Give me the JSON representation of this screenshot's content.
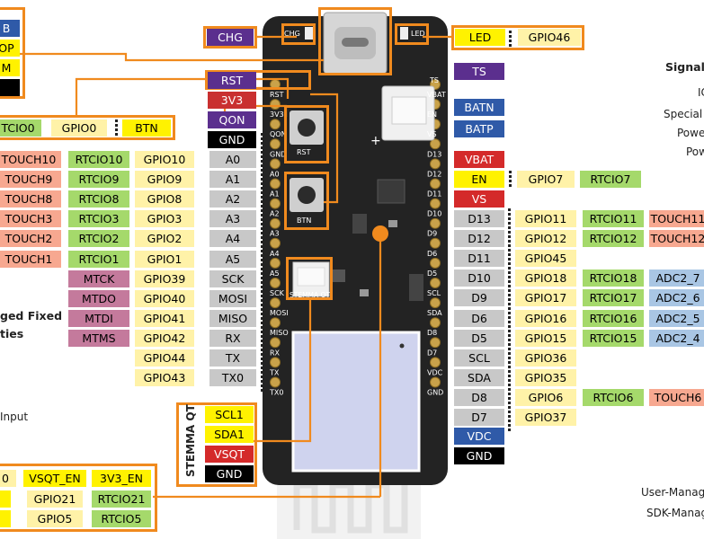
{
  "colors": {
    "gpio": "#fff2a8",
    "rtc": "#a5d96b",
    "touch": "#f7a890",
    "adc": "#a9c6e4",
    "jtag": "#c47a9c",
    "gnd": "#000000",
    "power": "#d42a2a",
    "pwr3v3": "#c93030",
    "blue": "#2f5aa8",
    "purple": "#5b2f8e",
    "yellow": "#fff200",
    "gray": "#c8c8c8",
    "orange": "#f08a1e",
    "pcb": "#232323"
  },
  "board": {
    "silk": {
      "chg": "CHG",
      "led": "LED",
      "ts": "TS",
      "rst": "RST",
      "btn": "BTN",
      "stemma": "STEMMA QT",
      "left_pins": [
        "RST",
        "3V3",
        "QON",
        "GND",
        "A0",
        "A1",
        "A2",
        "A3",
        "A4",
        "A5",
        "SCK",
        "MOSI",
        "MISO",
        "RX",
        "TX",
        "TX0"
      ],
      "right_pins": [
        "VBAT",
        "EN",
        "VS",
        "D13",
        "D12",
        "D11",
        "D10",
        "D9",
        "D6",
        "D5",
        "SCL",
        "SDA",
        "D8",
        "D7",
        "VDC",
        "GND"
      ]
    }
  },
  "top": {
    "chg": "CHG",
    "led": "LED",
    "led_gpio": "GPIO46",
    "ts": "TS",
    "rst": "RST",
    "v33": "3V3",
    "qon": "QON",
    "gnd": "GND",
    "batn": "BATN",
    "batp": "BATP"
  },
  "cut_left": {
    "b": "B",
    "op": "OP",
    "m": "M"
  },
  "btn_row": {
    "rtc": "TCIO0",
    "gpio": "GPIO0",
    "btn": "BTN"
  },
  "left_rows": [
    {
      "touch": "TOUCH10",
      "rtc": "RTCIO10",
      "gpio": "GPIO10",
      "pin": "A0"
    },
    {
      "touch": "TOUCH9",
      "rtc": "RTCIO9",
      "gpio": "GPIO9",
      "pin": "A1"
    },
    {
      "touch": "TOUCH8",
      "rtc": "RTCIO8",
      "gpio": "GPIO8",
      "pin": "A2"
    },
    {
      "touch": "TOUCH3",
      "rtc": "RTCIO3",
      "gpio": "GPIO3",
      "pin": "A3"
    },
    {
      "touch": "TOUCH2",
      "rtc": "RTCIO2",
      "gpio": "GPIO2",
      "pin": "A4"
    },
    {
      "touch": "TOUCH1",
      "rtc": "RTCIO1",
      "gpio": "GPIO1",
      "pin": "A5"
    }
  ],
  "spi_rows": [
    {
      "jtag": "MTCK",
      "gpio": "GPIO39",
      "pin": "SCK"
    },
    {
      "jtag": "MTDO",
      "gpio": "GPIO40",
      "pin": "MOSI"
    },
    {
      "jtag": "MTDI",
      "gpio": "GPIO41",
      "pin": "MISO"
    },
    {
      "jtag": "MTMS",
      "gpio": "GPIO42",
      "pin": "RX"
    }
  ],
  "uart_rows": [
    {
      "gpio": "GPIO44",
      "pin": "TX"
    },
    {
      "gpio": "GPIO43",
      "pin": "TX0"
    }
  ],
  "left_text": {
    "fixed1": "ged Fixed",
    "fixed2": "ties",
    "input": "Input"
  },
  "stemma": {
    "title": "STEMMA QT",
    "scl": "SCL1",
    "sda": "SDA1",
    "vsqt": "VSQT",
    "gnd": "GND"
  },
  "bottom_left": {
    "r1": [
      "0",
      "VSQT_EN",
      "3V3_EN"
    ],
    "r2": [
      "GPIO21",
      "RTCIO21"
    ],
    "r3": [
      "GPIO5",
      "RTCIO5"
    ]
  },
  "right_top": {
    "vbat": "VBAT",
    "en": "EN",
    "en_gpio": "GPIO7",
    "en_rtc": "RTCIO7",
    "vs": "VS"
  },
  "right_rows": [
    {
      "pin": "D13",
      "gpio": "GPIO11",
      "rtc": "RTCIO11",
      "extra": "TOUCH11",
      "kind": "touch"
    },
    {
      "pin": "D12",
      "gpio": "GPIO12",
      "rtc": "RTCIO12",
      "extra": "TOUCH12",
      "kind": "touch"
    },
    {
      "pin": "D11",
      "gpio": "GPIO45",
      "rtc": "",
      "extra": "",
      "kind": ""
    },
    {
      "pin": "D10",
      "gpio": "GPIO18",
      "rtc": "RTCIO18",
      "extra": "ADC2_7",
      "kind": "adc"
    },
    {
      "pin": "D9",
      "gpio": "GPIO17",
      "rtc": "RTCIO17",
      "extra": "ADC2_6",
      "kind": "adc"
    },
    {
      "pin": "D6",
      "gpio": "GPIO16",
      "rtc": "RTCIO16",
      "extra": "ADC2_5",
      "kind": "adc"
    },
    {
      "pin": "D5",
      "gpio": "GPIO15",
      "rtc": "RTCIO15",
      "extra": "ADC2_4",
      "kind": "adc"
    },
    {
      "pin": "SCL",
      "gpio": "GPIO36",
      "rtc": "",
      "extra": "",
      "kind": ""
    },
    {
      "pin": "SDA",
      "gpio": "GPIO35",
      "rtc": "",
      "extra": "",
      "kind": ""
    },
    {
      "pin": "D8",
      "gpio": "GPIO6",
      "rtc": "RTCIO6",
      "extra": "TOUCH6",
      "kind": "touch"
    },
    {
      "pin": "D7",
      "gpio": "GPIO37",
      "rtc": "",
      "extra": "",
      "kind": ""
    }
  ],
  "right_bottom": {
    "vdc": "VDC",
    "gnd": "GND"
  },
  "legend": {
    "signal": "Signal C",
    "l1": "IC",
    "l2": "Special",
    "l3": "Powe",
    "l4": "Pow",
    "user": "User-Manag",
    "sdk": "SDK-Manag"
  }
}
